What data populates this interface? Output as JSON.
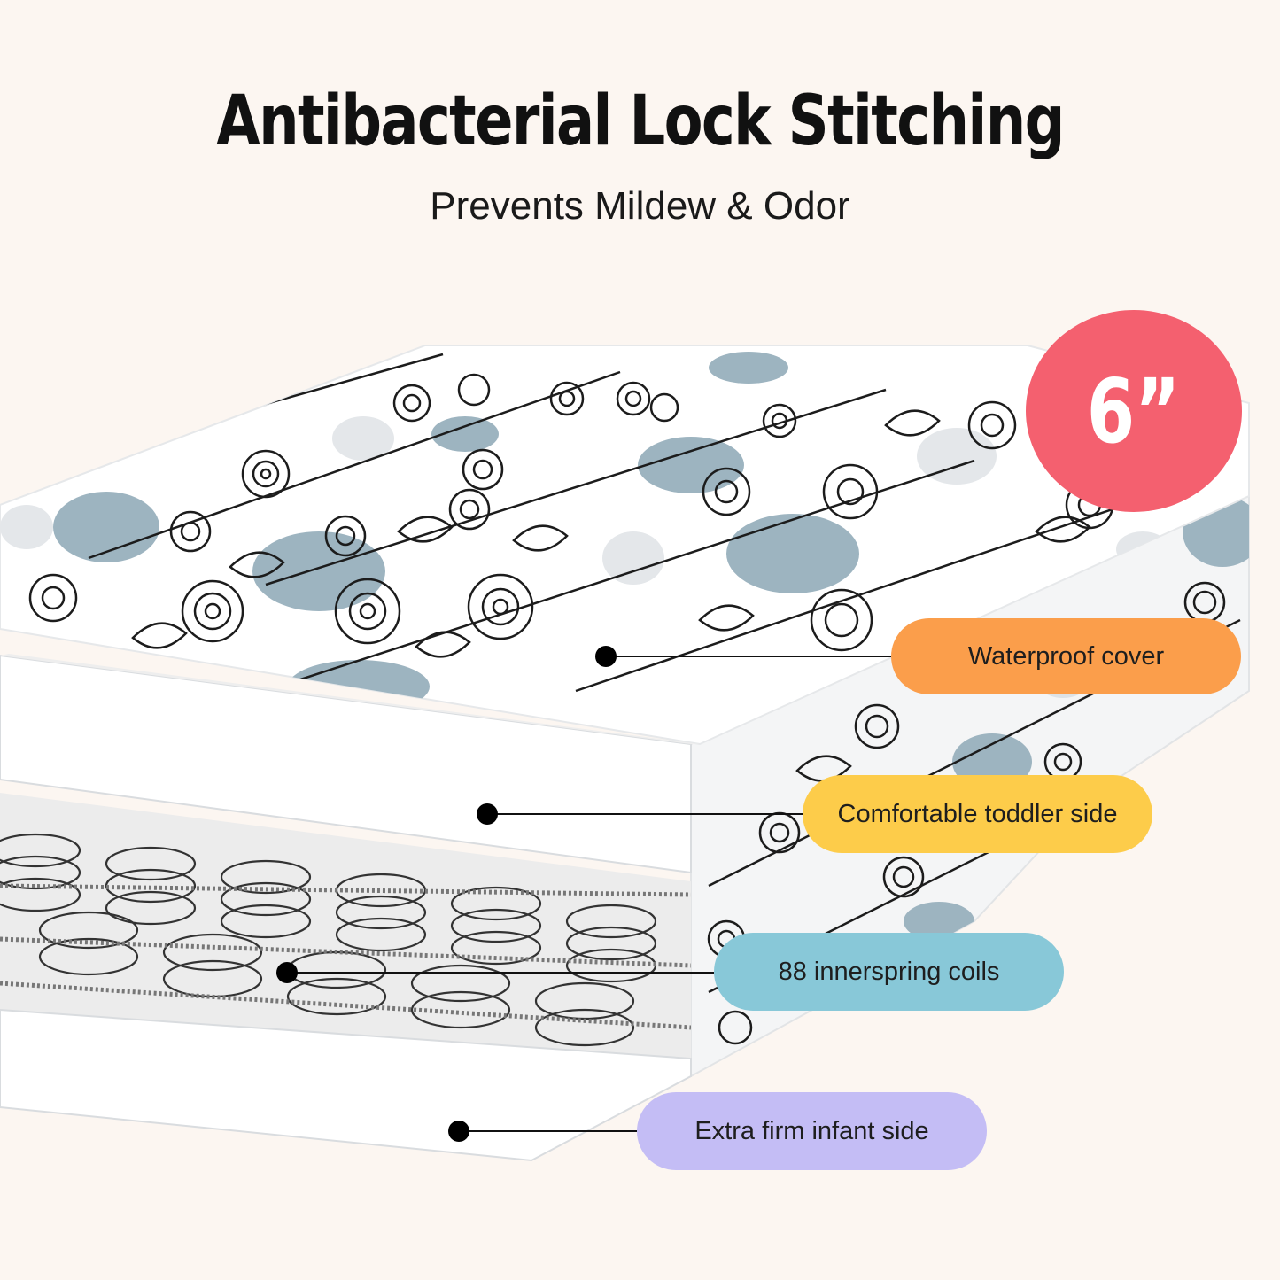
{
  "header": {
    "title": "Antibacterial Lock Stitching",
    "subtitle": "Prevents Mildew & Odor"
  },
  "badge": {
    "label": "6”",
    "color": "#f4606f"
  },
  "callouts": [
    {
      "label": "Waterproof cover",
      "color": "#fb9e4b"
    },
    {
      "label": "Comfortable toddler side",
      "color": "#fdcc4a"
    },
    {
      "label": "88 innerspring coils",
      "color": "#88c8d8"
    },
    {
      "label": "Extra firm infant side",
      "color": "#c4bdf5"
    }
  ],
  "colors": {
    "background": "#fcf6f1",
    "fabric_accent": "#9db4c0",
    "fabric_line": "#1c1c1c"
  }
}
